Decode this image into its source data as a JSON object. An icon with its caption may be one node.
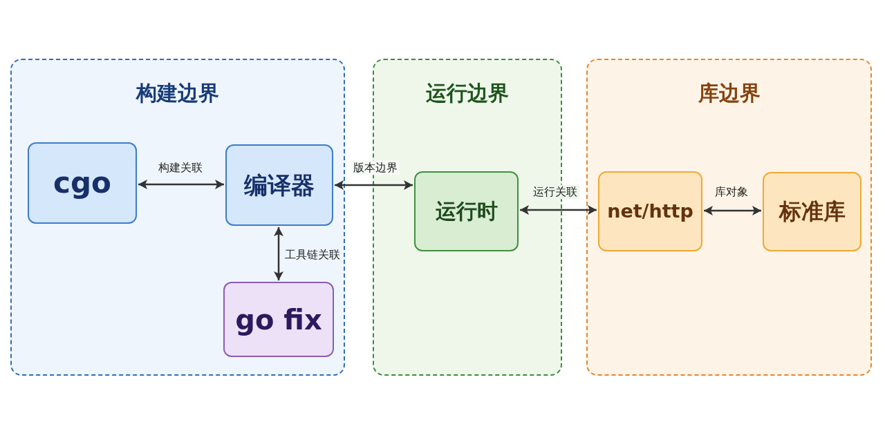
{
  "diagram": {
    "nodes": [
      {
        "text": [
          "构建边界"
        ]
      },
      {
        "text": [
          "cgo"
        ],
        "in": 0
      },
      {
        "text": [
          "编译器"
        ],
        "in": 0
      },
      {
        "text": [
          "go fix"
        ],
        "in": 0
      },
      {
        "text": [
          "运行边界"
        ]
      },
      {
        "text": [
          "运行时"
        ],
        "in": 4
      },
      {
        "text": [
          "库边界"
        ]
      },
      {
        "text": [
          "net/http"
        ],
        "in": 6
      },
      {
        "text": [
          "标准库"
        ],
        "in": 6
      }
    ],
    "edges": [
      {
        "from": 1,
        "to": 2,
        "arrow": "both",
        "label": "构建关联"
      },
      {
        "from": 2,
        "to": 3,
        "arrow": "both",
        "label": "工具链关联"
      },
      {
        "from": 2,
        "to": 5,
        "arrow": "both",
        "label": "版本边界"
      },
      {
        "from": 5,
        "to": 7,
        "arrow": "both",
        "label": "运行关联"
      },
      {
        "from": 7,
        "to": 8,
        "arrow": "both",
        "label": "库对象"
      }
    ]
  }
}
